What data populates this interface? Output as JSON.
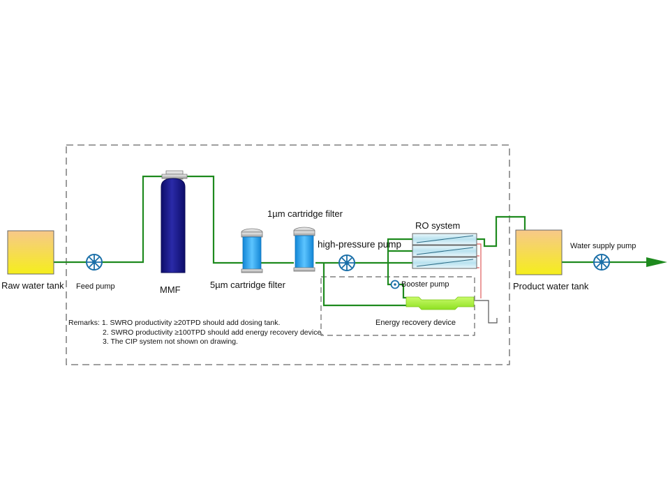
{
  "labels": {
    "raw_water_tank": "Raw water tank",
    "feed_pump": "Feed pump",
    "mmf": "MMF",
    "cartridge_5um": "5µm cartridge filter",
    "cartridge_1um": "1µm cartridge filter",
    "high_pressure_pump": "high-pressure pump",
    "ro_system": "RO system",
    "booster_pump": "Booster pump",
    "energy_recovery_device": "Energy recovery device",
    "product_water_tank": "Product water tank",
    "water_supply_pump": "Water supply pump"
  },
  "remarks": {
    "line1": "Remarks: 1. SWRO productivity ≥20TPD should add dosing tank.",
    "line2": "2. SWRO productivity ≥100TPD should add energy recovery device.",
    "line3": "3. The CIP system not shown on drawing."
  },
  "colors": {
    "pipe": "#1e8a1e",
    "arrow": "#1e8a1e",
    "tank_top": "#f7c88a",
    "tank_bottom": "#f5ee1c",
    "mmf_vessel": "#1a1a8c",
    "cartridge": "#27a3f2",
    "energy_device": "#a8f03a",
    "concentrate_line": "#e05a5a",
    "boundary": "#666666"
  }
}
